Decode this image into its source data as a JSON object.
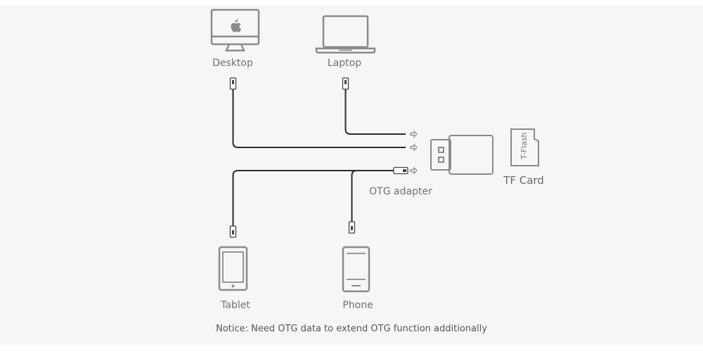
{
  "devices": {
    "desktop": "Desktop",
    "laptop": "Laptop",
    "tablet": "Tablet",
    "phone": "Phone"
  },
  "adapters": {
    "otg": "OTG adapter",
    "tf_card": "TF Card",
    "tf_card_print": "T-Flash"
  },
  "notice": "Notice: Need OTG data to extend OTG function additionally",
  "colors": {
    "background": "#f6f6f6",
    "icon_stroke": "#8a8a8a",
    "cable": "#2b2b2b",
    "text": "#707070"
  }
}
